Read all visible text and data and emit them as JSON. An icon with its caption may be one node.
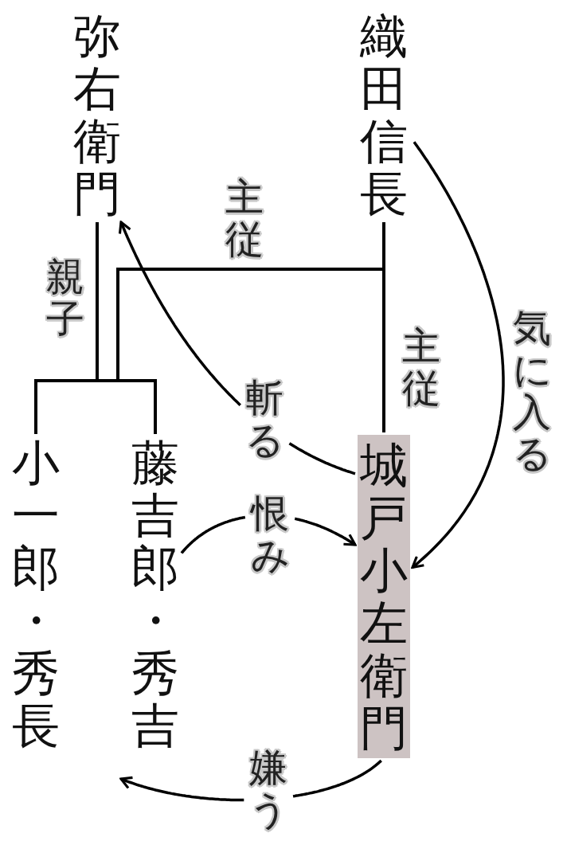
{
  "diagram": {
    "nodes": [
      {
        "text": [
          "弥右衛門"
        ]
      },
      {
        "text": [
          "織田信長"
        ]
      },
      {
        "text": [
          "小一郎・秀長"
        ]
      },
      {
        "text": [
          "藤吉郎・秀吉"
        ]
      },
      {
        "text": [
          "城戸小左衛門"
        ]
      }
    ],
    "edges": [
      {
        "from": 0,
        "to": 2,
        "arrow": "none",
        "label": "親子"
      },
      {
        "from": 0,
        "to": 3,
        "arrow": "none"
      },
      {
        "from": 1,
        "to": 2,
        "arrow": "none",
        "label": "主従"
      },
      {
        "from": 1,
        "to": 3,
        "arrow": "none"
      },
      {
        "from": 1,
        "to": 4,
        "arrow": "none",
        "label": "主従"
      },
      {
        "from": 1,
        "to": 4,
        "arrow": "to",
        "label": "気に入る"
      },
      {
        "from": 4,
        "to": 0,
        "arrow": "to",
        "label": "斬る"
      },
      {
        "from": 3,
        "to": 4,
        "arrow": "to",
        "label": "恨み"
      },
      {
        "from": 4,
        "to": 3,
        "arrow": "to",
        "label": "嫌う"
      }
    ]
  }
}
